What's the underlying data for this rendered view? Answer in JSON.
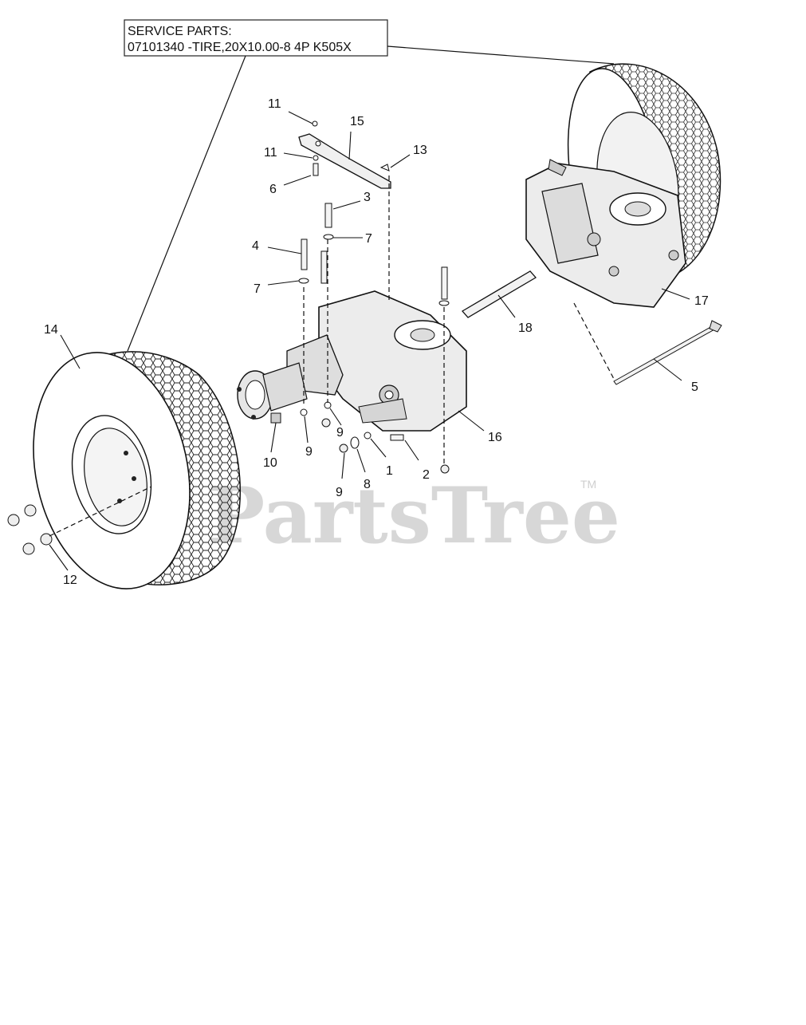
{
  "service_parts": {
    "heading": "SERVICE PARTS:",
    "line": "07101340 -TIRE,20X10.00-8 4P K505X"
  },
  "watermark": {
    "text": "PartsTree",
    "tm": "TM"
  },
  "callouts": [
    "1",
    "2",
    "3",
    "4",
    "5",
    "6",
    "7",
    "7",
    "8",
    "9",
    "9",
    "9",
    "10",
    "11",
    "11",
    "12",
    "13",
    "14",
    "15",
    "16",
    "17",
    "18"
  ],
  "colors": {
    "line": "#111111",
    "watermark": "#d7d7d7"
  }
}
